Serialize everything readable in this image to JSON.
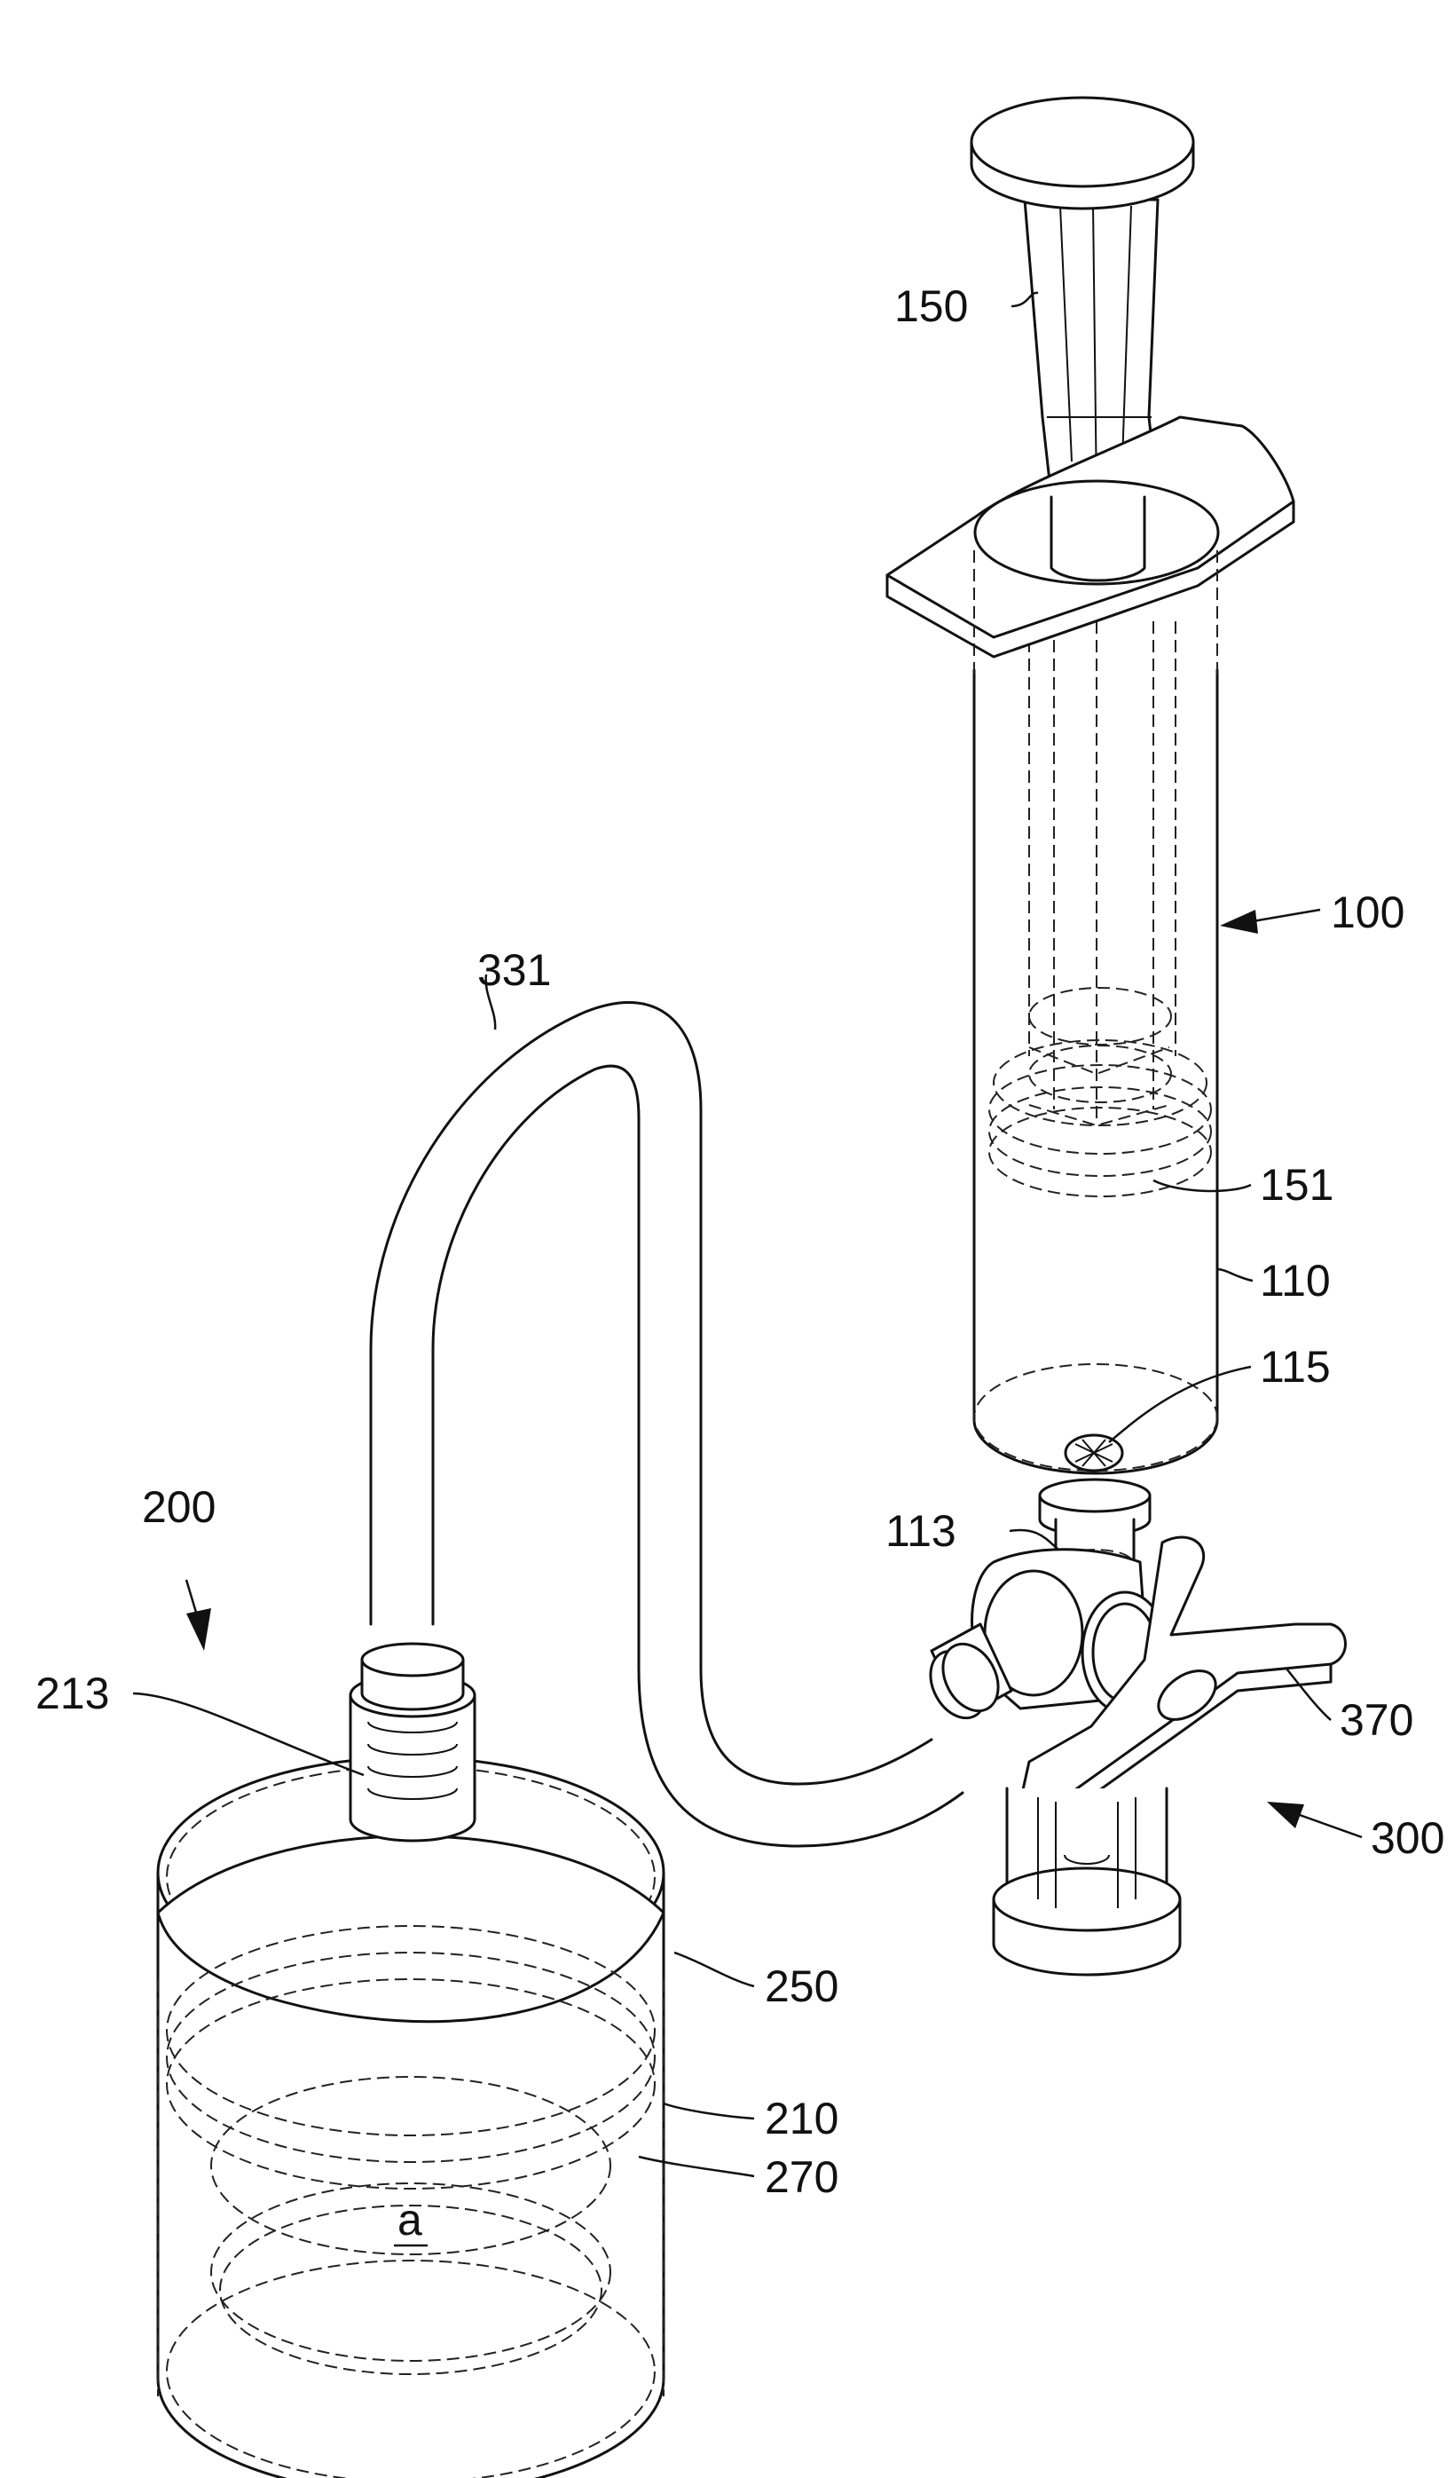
{
  "labels": {
    "ref_100": "100",
    "ref_110": "110",
    "ref_113": "113",
    "ref_115": "115",
    "ref_150": "150",
    "ref_151": "151",
    "ref_200": "200",
    "ref_210": "210",
    "ref_213": "213",
    "ref_250": "250",
    "ref_270": "270",
    "ref_300": "300",
    "ref_331": "331",
    "ref_370": "370",
    "ref_a": "a"
  }
}
